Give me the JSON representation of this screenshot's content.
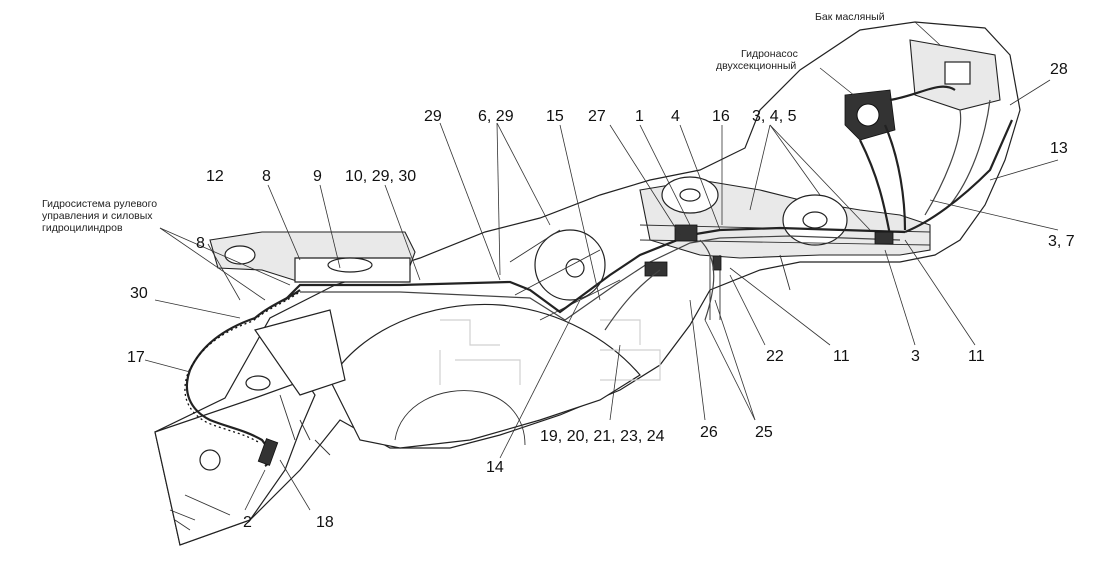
{
  "notes": {
    "oil_tank": "Бак масляный",
    "pump_line1": "Гидронасос",
    "pump_line2": "двухсекционный",
    "steering_line1": "Гидросистема рулевого",
    "steering_line2": "управления и силовых",
    "steering_line3": "гидроцилиндров"
  },
  "callouts": {
    "n29a": "29",
    "n6_29": "6, 29",
    "n15": "15",
    "n27": "27",
    "n1": "1",
    "n4": "4",
    "n16": "16",
    "n3_4_5": "3, 4, 5",
    "n28": "28",
    "n13": "13",
    "n3_7": "3, 7",
    "n12": "12",
    "n8a": "8",
    "n9": "9",
    "n10_29_30": "10, 29, 30",
    "n8b": "8",
    "n30": "30",
    "n17": "17",
    "n22": "22",
    "n11a": "11",
    "n3": "3",
    "n11b": "11",
    "n19_24": "19, 20, 21, 23, 24",
    "n26": "26",
    "n25": "25",
    "n14": "14",
    "n2": "2",
    "n18": "18"
  }
}
